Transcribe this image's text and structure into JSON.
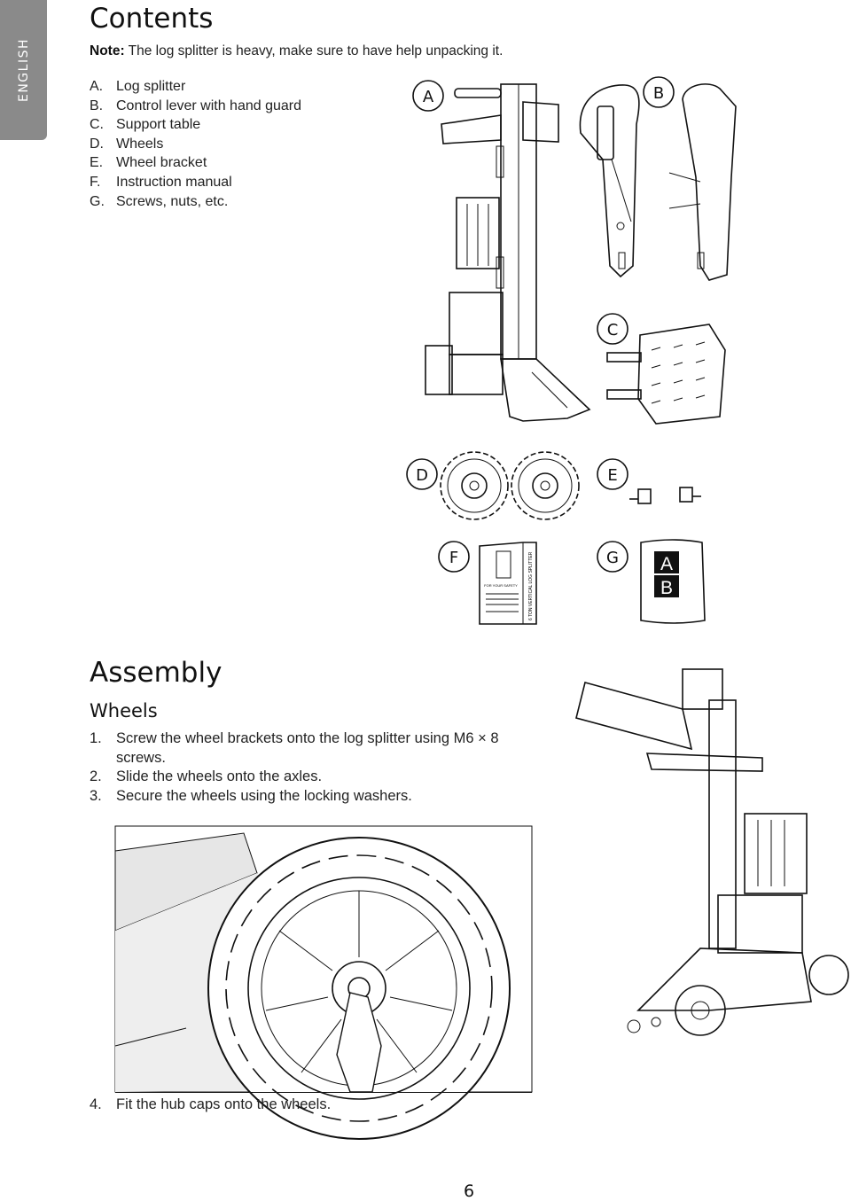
{
  "language_tab": "ENGLISH",
  "contents": {
    "heading": "Contents",
    "note_label": "Note:",
    "note_text": "The log splitter is heavy, make sure to have help unpacking it.",
    "parts": [
      {
        "key": "A.",
        "text": "Log splitter"
      },
      {
        "key": "B.",
        "text": "Control lever with hand guard"
      },
      {
        "key": "C.",
        "text": "Support table"
      },
      {
        "key": "D.",
        "text": "Wheels"
      },
      {
        "key": "E.",
        "text": "Wheel bracket"
      },
      {
        "key": "F.",
        "text": "Instruction manual"
      },
      {
        "key": "G.",
        "text": "Screws, nuts, etc."
      }
    ],
    "figure_labels": [
      "A",
      "B",
      "C",
      "D",
      "E",
      "F",
      "G"
    ],
    "bag_letters": [
      "A",
      "B"
    ],
    "manual_spine": "6 TON VERTICAL LOG SPLITTER",
    "manual_safety": "FOR YOUR SAFETY"
  },
  "assembly": {
    "heading": "Assembly",
    "subheading": "Wheels",
    "steps": [
      {
        "n": "1.",
        "text": "Screw the wheel brackets onto the log splitter using M6 × 8 screws."
      },
      {
        "n": "2.",
        "text": "Slide the wheels onto the axles."
      },
      {
        "n": "3.",
        "text": "Secure the wheels using the locking washers."
      }
    ],
    "step4": {
      "n": "4.",
      "text": "Fit the hub caps onto the wheels."
    }
  },
  "page_number": "6"
}
